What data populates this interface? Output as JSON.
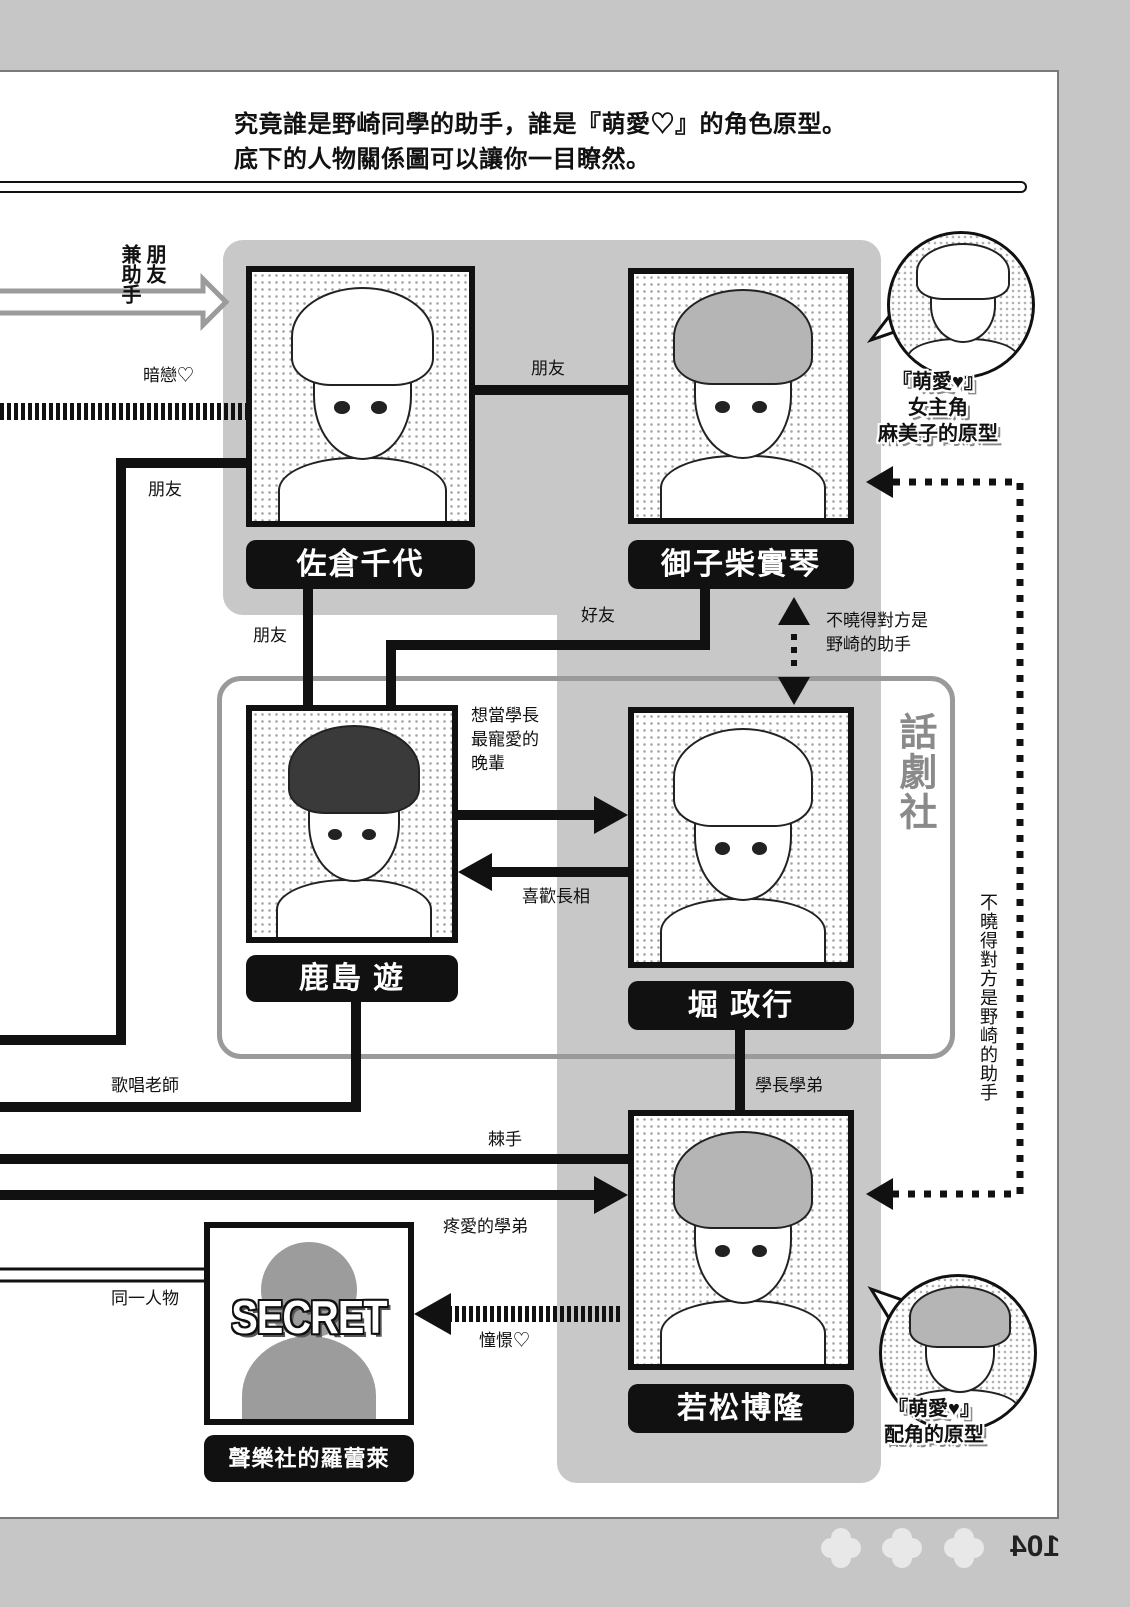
{
  "header": {
    "line1": "究竟誰是野崎同學的助手，誰是『萌愛♡』的角色原型。",
    "line2": "底下的人物關係圖可以讓你一目瞭然。"
  },
  "group": {
    "drama_club": "話劇社"
  },
  "characters": {
    "sakura": {
      "name": "佐倉千代"
    },
    "mikoshiba": {
      "name": "御子柴實琴"
    },
    "kashima": {
      "name": "鹿島 遊"
    },
    "hori": {
      "name": "堀 政行"
    },
    "wakamatsu": {
      "name": "若松博隆"
    },
    "secret": {
      "name": "聲樂社的羅蕾萊",
      "badge": "SECRET"
    }
  },
  "relations": {
    "friend_assistant": [
      "朋友",
      "兼助手"
    ],
    "crush": "暗戀♡",
    "sakura_mikoshiba": "朋友",
    "sakura_left": "朋友",
    "sakura_kashima": "朋友",
    "mikoshiba_kashima": "好友",
    "mikoshiba_hori": [
      "不曉得對方是",
      "野崎的助手"
    ],
    "dotted_loop": "不曉得對方是野崎的助手",
    "kashima_to_hori": [
      "想當學長",
      "最寵愛的",
      "晚輩"
    ],
    "hori_to_kashima": "喜歡長相",
    "hori_wakamatsu": "學長學弟",
    "singing_teacher": "歌唱老師",
    "troublesome": "棘手",
    "beloved_junior": "疼愛的學弟",
    "same_person": "同一人物",
    "admiration": "憧憬♡"
  },
  "captions": {
    "heroine": [
      "『萌愛♥』",
      "女主角",
      "麻美子的原型"
    ],
    "side": [
      "『萌愛♥』",
      "配角的原型"
    ]
  },
  "page_number": "104",
  "icons": {
    "portraits": "character-portrait-illustration",
    "decorations": "clover-icon"
  },
  "colors": {
    "line": "#111111",
    "group_fill": "#c8c8c8",
    "club_frame": "#9a9a9a",
    "page_background": "#c6c6c6",
    "name_plate": "#111111"
  }
}
